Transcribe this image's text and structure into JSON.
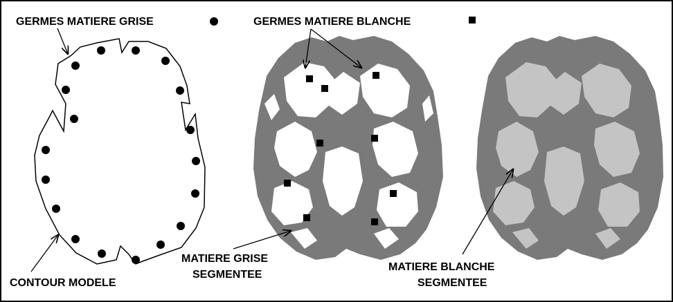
{
  "labels": {
    "seeds_grey": "GERMES MATIERE GRISE",
    "seeds_white": "GERMES MATIERE BLANCHE",
    "contour": "CONTOUR MODELE",
    "grey_line1": "MATIERE GRISE",
    "grey_line2": "SEGMENTEE",
    "white_line1": "MATIERE BLANCHE",
    "white_line2": "SEGMENTEE"
  },
  "colors": {
    "frame": "#000000",
    "grey_matter": "#7a7a7a",
    "white_matter": "#c4c4c4",
    "background": "#ffffff"
  },
  "markers": {
    "grey_seed": "circle",
    "white_seed": "square"
  }
}
